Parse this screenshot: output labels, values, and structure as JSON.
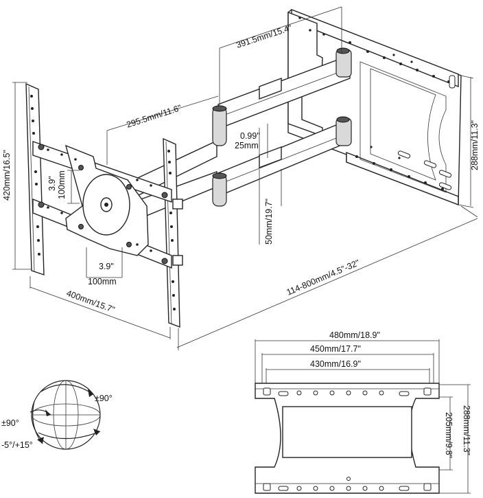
{
  "labels": {
    "arm_length": "391.5mm/15.4\"",
    "arm_inner": "295.5mm/11.6\"",
    "tube_diameter_in": "0.99\"",
    "tube_diameter_mm": "25mm",
    "tube_gap": "50mm/19.7\"",
    "wall_plate_height": "288mm/11.3\"",
    "vesa_height": "420mm/16.5\"",
    "hole_spacing_v_in": "3.9\"",
    "hole_spacing_v_mm": "100mm",
    "hole_spacing_h_in": "3.9\"",
    "hole_spacing_h_mm": "100mm",
    "vesa_width": "400mm/15.7\"",
    "extension": "114-800mm/4.5''-32''",
    "plate_width_1": "480mm/18.9\"",
    "plate_width_2": "450mm/17.7\"",
    "plate_width_3": "430mm/16.9\"",
    "plate_height_outer": "288mm/11.3\"",
    "plate_height_inner": "205mm/9.8\"",
    "swivel": "±90°",
    "rotate": "±90°",
    "tilt": "-5°/+15°"
  }
}
